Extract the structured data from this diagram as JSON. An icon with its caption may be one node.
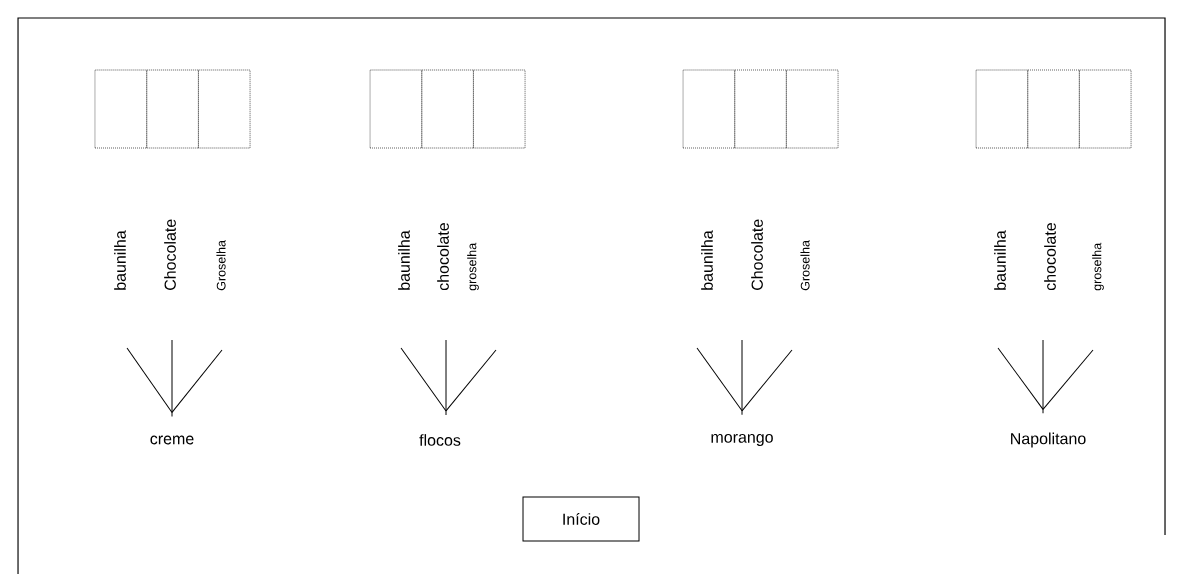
{
  "diagram": {
    "nodes": [
      {
        "text": [],
        "shape": "box"
      },
      {
        "text": [],
        "shape": "box"
      },
      {
        "text": [],
        "shape": "box"
      },
      {
        "text": [],
        "shape": "box"
      },
      {
        "text": [],
        "shape": "box"
      },
      {
        "text": [],
        "shape": "box"
      },
      {
        "text": [],
        "shape": "box"
      },
      {
        "text": [],
        "shape": "box"
      },
      {
        "text": [],
        "shape": "box"
      },
      {
        "text": [],
        "shape": "box"
      },
      {
        "text": [],
        "shape": "box"
      },
      {
        "text": [],
        "shape": "box"
      },
      {
        "text": [
          "baunilha"
        ]
      },
      {
        "text": [
          "Chocolate"
        ]
      },
      {
        "text": [
          "Groselha"
        ]
      },
      {
        "text": [
          "baunilha"
        ]
      },
      {
        "text": [
          "chocolate"
        ]
      },
      {
        "text": [
          "groselha"
        ]
      },
      {
        "text": [
          "baunilha"
        ]
      },
      {
        "text": [
          "Chocolate"
        ]
      },
      {
        "text": [
          "Groselha"
        ]
      },
      {
        "text": [
          "baunilha"
        ]
      },
      {
        "text": [
          "chocolate"
        ]
      },
      {
        "text": [
          "groselha"
        ]
      },
      {
        "text": [
          "creme"
        ]
      },
      {
        "text": [
          "flocos"
        ]
      },
      {
        "text": [
          "morango"
        ]
      },
      {
        "text": [
          "Napolitano"
        ]
      },
      {
        "text": [
          "Início"
        ]
      }
    ],
    "edges": [
      {
        "from": 24,
        "to": 12,
        "arrow": "none"
      },
      {
        "from": 24,
        "to": 13,
        "arrow": "none"
      },
      {
        "from": 24,
        "to": 14,
        "arrow": "none"
      },
      {
        "from": 25,
        "to": 15,
        "arrow": "none"
      },
      {
        "from": 25,
        "to": 16,
        "arrow": "none"
      },
      {
        "from": 25,
        "to": 17,
        "arrow": "none"
      },
      {
        "from": 26,
        "to": 18,
        "arrow": "none"
      },
      {
        "from": 26,
        "to": 19,
        "arrow": "none"
      },
      {
        "from": 26,
        "to": 20,
        "arrow": "none"
      },
      {
        "from": 27,
        "to": 21,
        "arrow": "none"
      },
      {
        "from": 27,
        "to": 22,
        "arrow": "none"
      },
      {
        "from": 27,
        "to": 23,
        "arrow": "none"
      }
    ]
  }
}
